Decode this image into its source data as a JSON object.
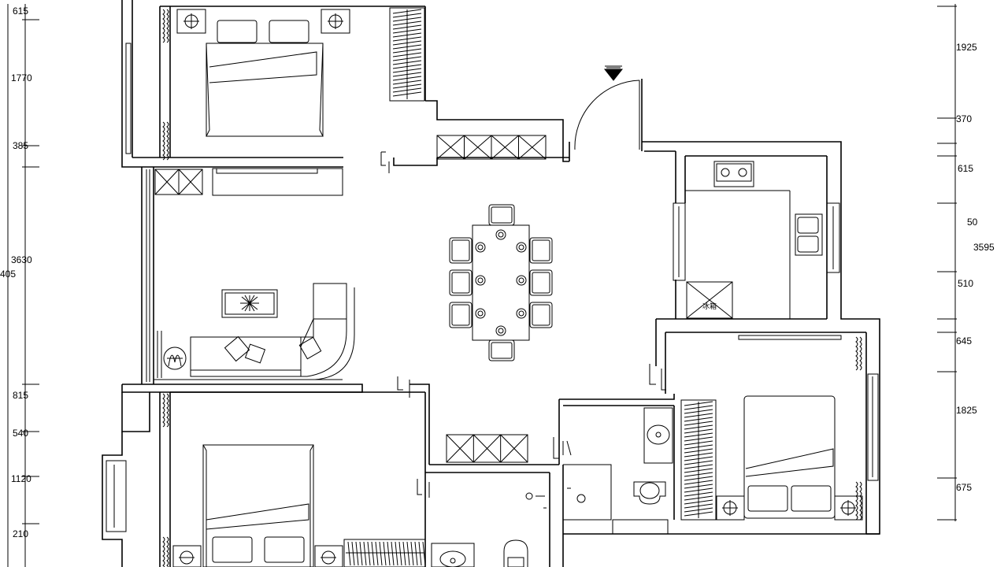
{
  "left_dims": [
    "615",
    "1770",
    "385",
    "3630",
    "405",
    "815",
    "540",
    "1120",
    "210"
  ],
  "right_dims": [
    "1925",
    "370",
    "615",
    "50",
    "3595",
    "510",
    "645",
    "1825",
    "675"
  ],
  "labels": {
    "kitchen_fixture": "冰箱"
  }
}
